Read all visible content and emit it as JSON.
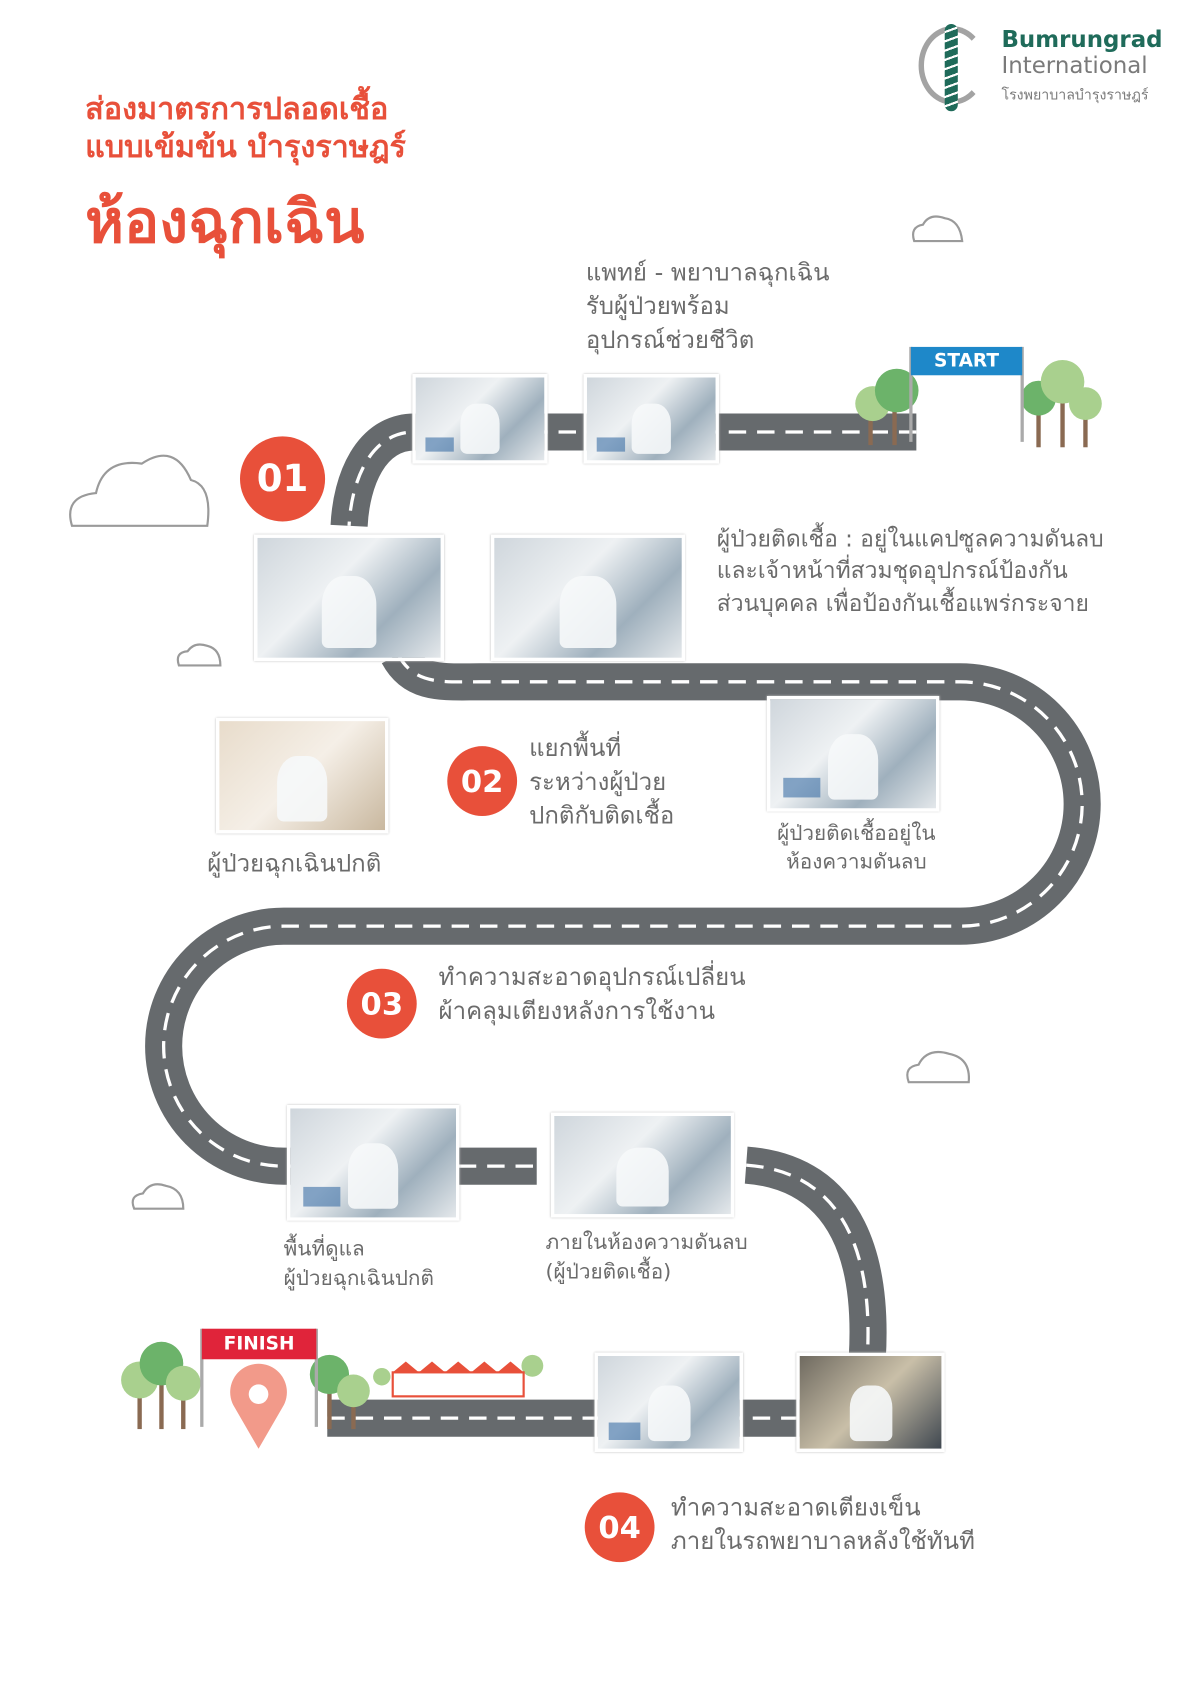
{
  "logo": {
    "name": "Bumrungrad",
    "sub": "International",
    "thai": "โรงพยาบาลบำรุงราษฎร์",
    "color": "#1f6b5a"
  },
  "title": {
    "line1": "ส่องมาตรการปลอดเชื้อ",
    "line2": "แบบเข้มข้น บำรุงราษฎร์",
    "line3": "ห้องฉุกเฉิน",
    "color": "#e8503a"
  },
  "flags": {
    "start": "START",
    "finish": "FINISH",
    "start_color": "#1e88c9",
    "finish_color": "#e0243a"
  },
  "steps": [
    {
      "number": "01",
      "text": [
        "แพทย์ - พยาบาลฉุกเฉิน",
        "รับผู้ป่วยพร้อม",
        "อุปกรณ์ช่วยชีวิต"
      ],
      "note": [
        "ผู้ป่วยติดเชื้อ : อยู่ในแคปซูลความดันลบ",
        "และเจ้าหน้าที่สวมชุดอุปกรณ์ป้องกัน",
        "ส่วนบุคคล เพื่อป้องกันเชื้อแพร่กระจาย"
      ]
    },
    {
      "number": "02",
      "text": [
        "แยกพื้นที่",
        "ระหว่างผู้ป่วย",
        "ปกติกับติดเชื้อ"
      ],
      "left_caption": "ผู้ป่วยฉุกเฉินปกติ",
      "right_caption": [
        "ผู้ป่วยติดเชื้ออยู่ใน",
        "ห้องความดันลบ"
      ]
    },
    {
      "number": "03",
      "text": [
        "ทำความสะอาดอุปกรณ์เปลี่ยน",
        "ผ้าคลุมเตียงหลังการใช้งาน"
      ],
      "left_caption": [
        "พื้นที่ดูแล",
        "ผู้ป่วยฉุกเฉินปกติ"
      ],
      "right_caption": [
        "ภายในห้องความดันลบ",
        "(ผู้ป่วยติดเชื้อ)"
      ]
    },
    {
      "number": "04",
      "text": [
        "ทำความสะอาดเตียงเข็น",
        "ภายในรถพยาบาลหลังใช้ทันที"
      ]
    }
  ]
}
